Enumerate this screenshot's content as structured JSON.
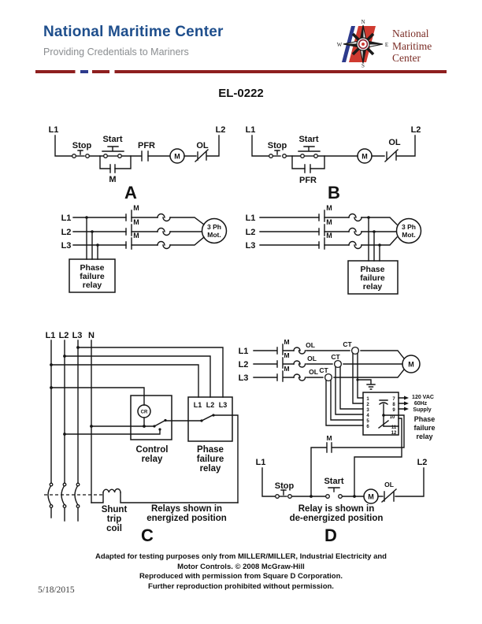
{
  "colors": {
    "header_blue": "#1e4e8c",
    "tagline_gray": "#8a8d90",
    "rule_red": "#8e1f1f",
    "logo_maroon": "#7b2d26",
    "stripe_red": "#cf3a30",
    "stripe_blue": "#2d3a8c",
    "ink": "#151515"
  },
  "header": {
    "org_name": "National Maritime Center",
    "tagline": "Providing Credentials to Mariners",
    "logo": {
      "line1": "National",
      "line2": "Maritime",
      "line3": "Center",
      "n": "N",
      "s": "S",
      "e": "E",
      "w": "W"
    }
  },
  "title": "EL-0222",
  "date": "5/18/2015",
  "footer_lines": [
    "Adapted for testing purposes only from MILLER/MILLER, Industrial Electricity and",
    "Motor Controls. © 2008 McGraw-Hill",
    "Reproduced with permission from Square D Corporation.",
    "Further reproduction prohibited without permission."
  ],
  "diagram_a": {
    "l1": "L1",
    "l2": "L2",
    "stop": "Stop",
    "start": "Start",
    "seal": "M",
    "pfr": "PFR",
    "motor": "M",
    "ol": "OL",
    "label": "A"
  },
  "diagram_b": {
    "l1": "L1",
    "l2": "L2",
    "stop": "Stop",
    "start": "Start",
    "seal": "PFR",
    "motor": "M",
    "ol": "OL",
    "label": "B"
  },
  "power_left": {
    "l1": "L1",
    "l2": "L2",
    "l3": "L3",
    "m": "M",
    "motor": [
      "3 Ph",
      "Mot."
    ],
    "relay": [
      "Phase",
      "failure",
      "relay"
    ]
  },
  "power_right": {
    "l1": "L1",
    "l2": "L2",
    "l3": "L3",
    "m": "M",
    "motor": [
      "3 Ph",
      "Mot."
    ],
    "relay": [
      "Phase",
      "failure",
      "relay"
    ]
  },
  "diagram_c": {
    "bus": [
      "L1",
      "L2",
      "L3",
      "N"
    ],
    "cr": "CR",
    "control_relay_label": [
      "Control",
      "relay"
    ],
    "pfr_terminals": [
      "L1",
      "L2",
      "L3"
    ],
    "pfr_label": [
      "Phase",
      "failure",
      "relay"
    ],
    "shunt_label": [
      "Shunt",
      "trip",
      "coil"
    ],
    "note": [
      "Relays shown in",
      "energized position"
    ],
    "label": "C"
  },
  "diagram_d": {
    "phases": [
      "L1",
      "L2",
      "L3"
    ],
    "m": "M",
    "ol": "OL",
    "ct": "CT",
    "motor": "M",
    "terminals_left": [
      "1",
      "2",
      "3",
      "4",
      "5",
      "6"
    ],
    "terminals_right": [
      "7",
      "8",
      "9",
      "10",
      "11",
      "12"
    ],
    "supply": [
      "120 VAC",
      "60Hz",
      "Supply"
    ],
    "pfr_label": [
      "Phase",
      "failure",
      "relay"
    ],
    "seal": "M",
    "ladder": {
      "l1": "L1",
      "l2": "L2",
      "stop": "Stop",
      "start": "Start",
      "motor": "M",
      "ol": "OL"
    },
    "note": [
      "Relay is shown in",
      "de-energized position"
    ],
    "label": "D"
  }
}
